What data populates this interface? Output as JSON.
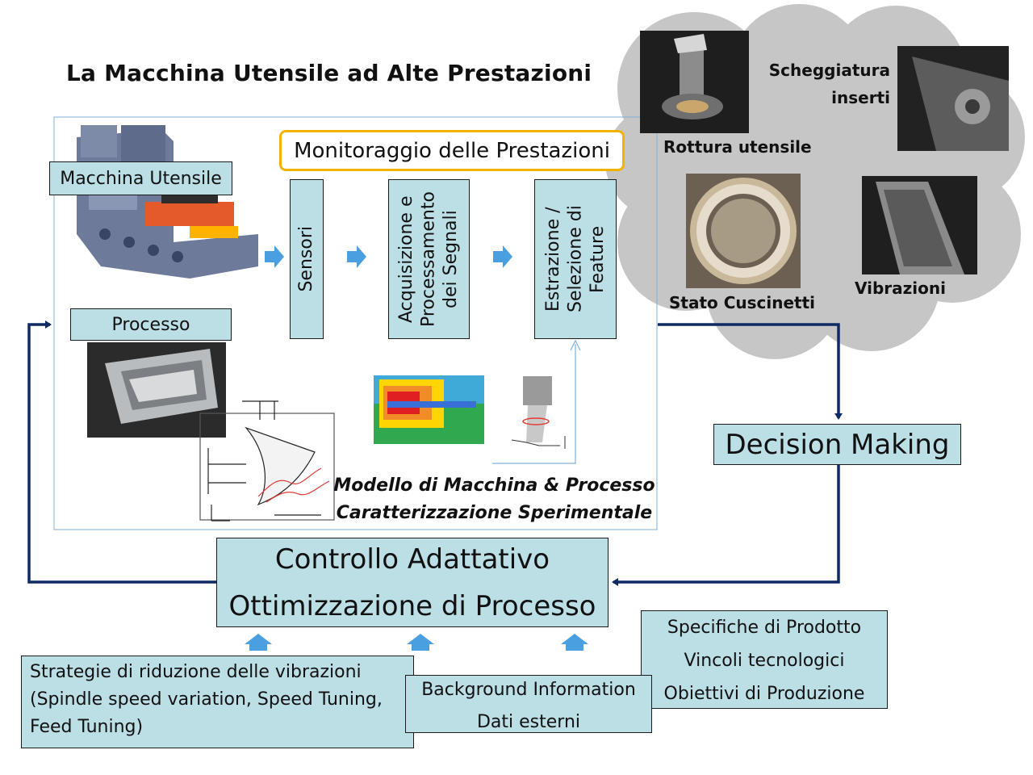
{
  "title": "La Macchina Utensile ad Alte Prestazioni",
  "machine_label": "Macchina Utensile",
  "process_label": "Processo",
  "monitoring": {
    "title": "Monitoraggio delle Prestazioni",
    "stages": [
      "Sensori",
      "Acquisizione e Processamento dei Segnali",
      "Estrazione / Selezione di Feature"
    ]
  },
  "model_caption": {
    "line1": "Modello di Macchina & Processo",
    "line2": "Caratterizzazione Sperimentale"
  },
  "cloud_faults": {
    "tool_breakage": "Rottura utensile",
    "insert_chipping_1": "Scheggiatura",
    "insert_chipping_2": "inserti",
    "bearings": "Stato Cuscinetti",
    "vibrations": "Vibrazioni"
  },
  "decision": "Decision Making",
  "control": {
    "line1": "Controllo Adattativo",
    "line2": "Ottimizzazione di Processo"
  },
  "strategies": {
    "line1": "Strategie di riduzione delle vibrazioni",
    "line2": "(Spindle speed variation, Speed Tuning,",
    "line3": "Feed Tuning)"
  },
  "background": {
    "line1": "Background Information",
    "line2": "Dati esterni"
  },
  "specs": {
    "line1": "Specifiche di Prodotto",
    "line2": "Vincoli tecnologici",
    "line3": "Obiettivi di Produzione"
  },
  "colors": {
    "box_fill": "#bcdfe6",
    "navy_arrow": "#0f2a63",
    "light_arrow": "#4a9fe0",
    "cloud": "#c6c6c6",
    "highlight_border": "#f0b400"
  }
}
